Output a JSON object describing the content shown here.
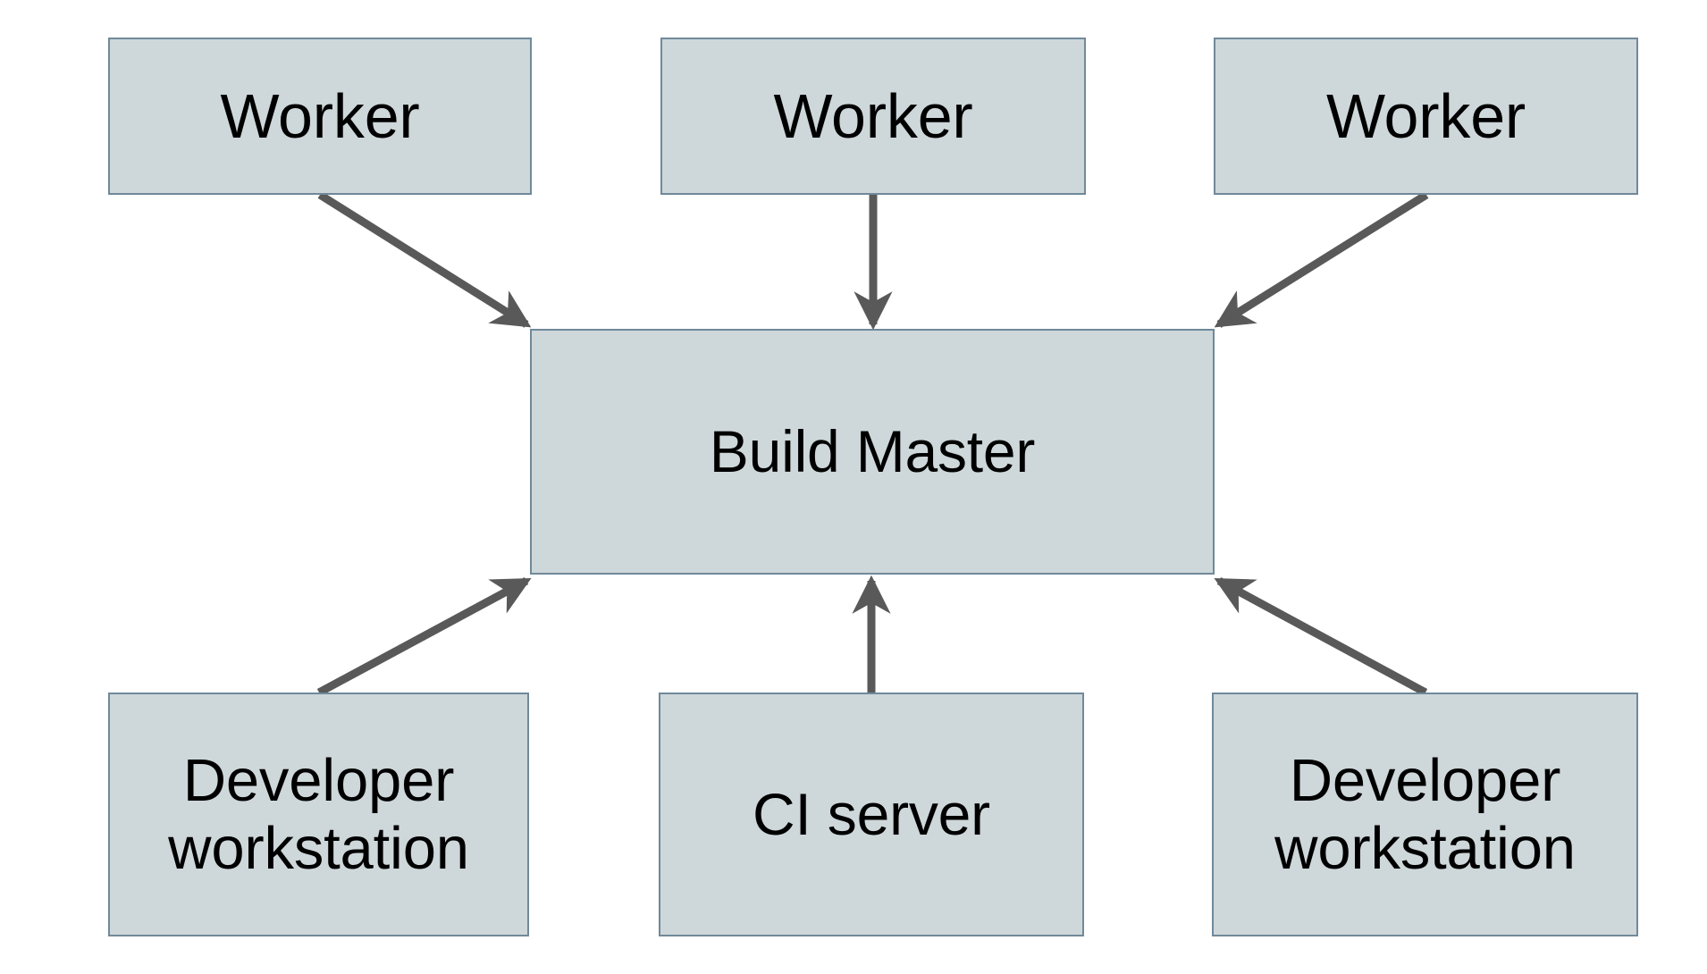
{
  "diagram": {
    "type": "block-flow",
    "background_color": "#ffffff",
    "node_fill_color": "#ced7da",
    "node_border_color": "#70899a",
    "edge_color": "#595959",
    "text_color": "#000000",
    "nodes": [
      {
        "id": "worker-1",
        "label": "Worker"
      },
      {
        "id": "worker-2",
        "label": "Worker"
      },
      {
        "id": "worker-3",
        "label": "Worker"
      },
      {
        "id": "build-master",
        "label": "Build Master"
      },
      {
        "id": "dev-workstation-1",
        "label": "Developer\nworkstation"
      },
      {
        "id": "ci-server",
        "label": "CI server"
      },
      {
        "id": "dev-workstation-2",
        "label": "Developer\nworkstation"
      }
    ],
    "edges": [
      {
        "from": "worker-1",
        "to": "build-master",
        "direction": "one-way"
      },
      {
        "from": "worker-2",
        "to": "build-master",
        "direction": "one-way"
      },
      {
        "from": "worker-3",
        "to": "build-master",
        "direction": "one-way"
      },
      {
        "from": "dev-workstation-1",
        "to": "build-master",
        "direction": "one-way"
      },
      {
        "from": "ci-server",
        "to": "build-master",
        "direction": "one-way"
      },
      {
        "from": "dev-workstation-2",
        "to": "build-master",
        "direction": "one-way"
      }
    ]
  }
}
